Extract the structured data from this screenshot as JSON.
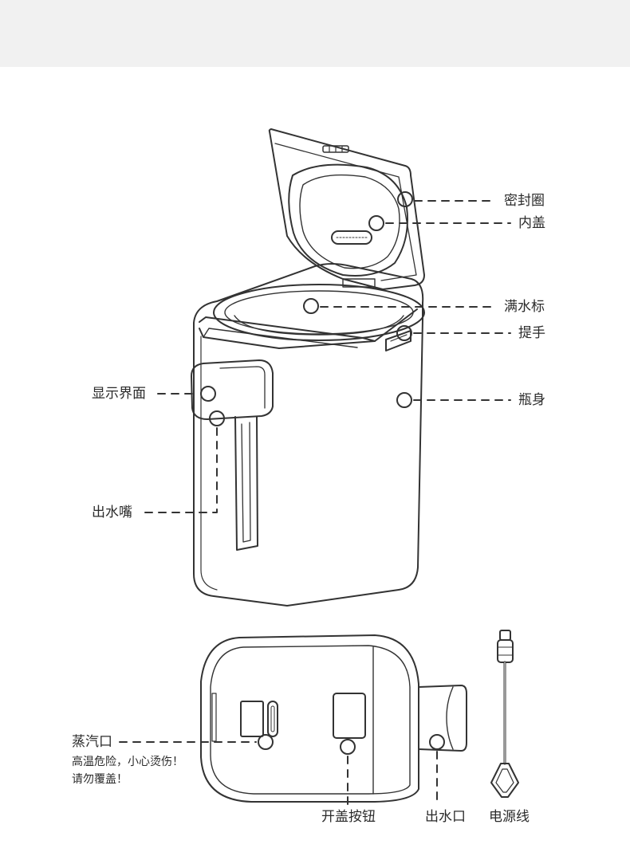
{
  "labels": {
    "seal_ring": "密封圈",
    "inner_lid": "内盖",
    "full_water_mark": "满水标",
    "handle": "提手",
    "body": "瓶身",
    "display": "显示界面",
    "spout": "出水嘴",
    "steam_outlet": "蒸汽口",
    "warning_line1": "高温危险，小心烫伤！",
    "warning_line2": "请勿覆盖！",
    "lid_button": "开盖按钮",
    "water_outlet": "出水口",
    "power_cord": "电源线"
  },
  "colors": {
    "line": "#333333",
    "text": "#2b2b2b",
    "topbar": "#f1f1f1"
  }
}
